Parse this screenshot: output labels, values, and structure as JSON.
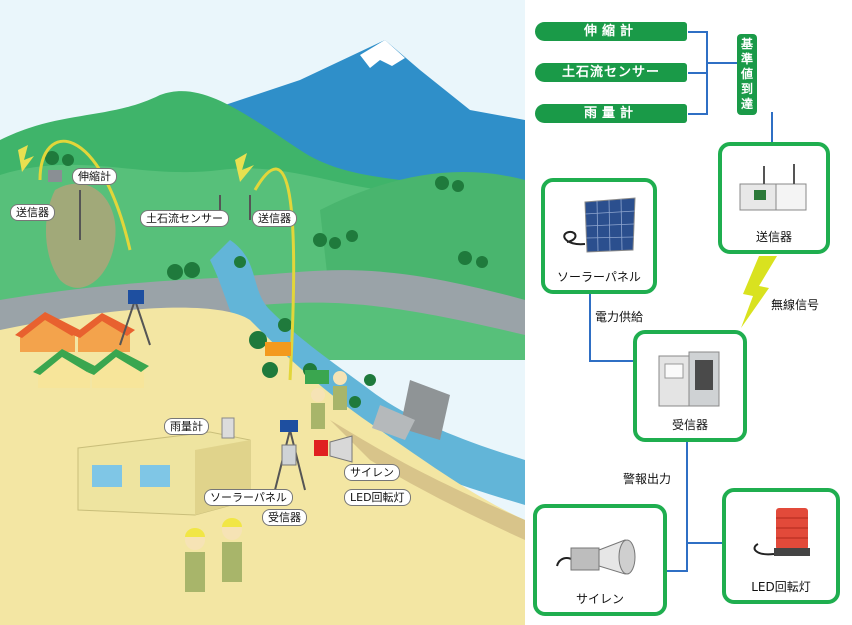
{
  "scene": {
    "labels": {
      "extensometer": "伸縮計",
      "transmitter_left": "送信器",
      "debris_sensor": "土石流センサー",
      "transmitter_center": "送信器",
      "rain_gauge": "雨量計",
      "siren": "サイレン",
      "solar_panel": "ソーラーパネル",
      "led_lamp": "LED回転灯",
      "receiver": "受信器"
    }
  },
  "diagram": {
    "sensors": [
      "伸縮計",
      "土石流センサー",
      "雨量計"
    ],
    "threshold_chars": [
      "基",
      "準",
      "値",
      "到",
      "達"
    ],
    "transmitter": "送信器",
    "solar_panel": "ソーラーパネル",
    "receiver": "受信器",
    "siren": "サイレン",
    "led_lamp": "LED回転灯",
    "power_supply": "電力供給",
    "wireless_signal": "無線信号",
    "alarm_output": "警報出力"
  },
  "colors": {
    "green": "#1fae4f",
    "wire": "#2f6fc4",
    "signal": "#d9e21f",
    "ground": "#f3e6a3",
    "mountain": "#2f8fc9"
  }
}
